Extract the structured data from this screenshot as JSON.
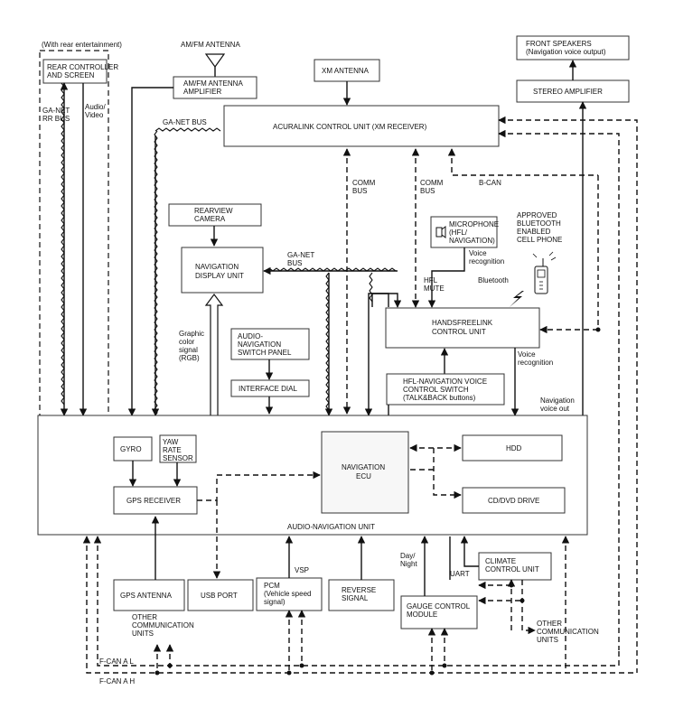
{
  "labels": {
    "rear_ent": "(With rear entertainment)",
    "rear_ctrl_1": "REAR CONTROLLER",
    "rear_ctrl_2": "AND SCREEN",
    "am_fm_antenna": "AM/FM ANTENNA",
    "am_fm_amp_1": "AM/FM ANTENNA",
    "am_fm_amp_2": "AMPLIFIER",
    "xm_antenna": "XM ANTENNA",
    "front_speakers_1": "FRONT SPEAKERS",
    "front_speakers_2": "(Navigation voice output)",
    "stereo_amp": "STEREO AMPLIFIER",
    "ga_net_rr_1": "GA-NET",
    "ga_net_rr_2": "RR BUS",
    "audio_video_1": "Audio/",
    "audio_video_2": "Video",
    "ga_net_bus": "GA-NET BUS",
    "acuralink": "ACURALINK CONTROL UNIT (XM RECEIVER)",
    "comm_bus_a_1": "COMM",
    "comm_bus_a_2": "BUS",
    "comm_bus_b_1": "COMM",
    "comm_bus_b_2": "BUS",
    "b_can": "B-CAN",
    "rearview_1": "REARVIEW",
    "rearview_2": "CAMERA",
    "microphone_1": "MICROPHONE",
    "microphone_2": "(HFL/",
    "microphone_3": "NAVIGATION)",
    "approved_1": "APPROVED",
    "approved_2": "BLUETOOTH",
    "approved_3": "ENABLED",
    "approved_4": "CELL PHONE",
    "ga_net_bus2_1": "GA-NET",
    "ga_net_bus2_2": "BUS",
    "nav_display_1": "NAVIGATION",
    "nav_display_2": "DISPLAY UNIT",
    "voice_recog_a_1": "Voice",
    "voice_recog_a_2": "recognition",
    "hfl_mute_1": "HFL",
    "hfl_mute_2": "MUTE",
    "bluetooth": "Bluetooth",
    "hfl_unit_1": "HANDSFREELINK",
    "hfl_unit_2": "CONTROL UNIT",
    "graphic_1": "Graphic",
    "graphic_2": "color",
    "graphic_3": "signal",
    "graphic_4": "(RGB)",
    "audio_nav_panel_1": "AUDIO-",
    "audio_nav_panel_2": "NAVIGATION",
    "audio_nav_panel_3": "SWITCH PANEL",
    "voice_recog_b_1": "Voice",
    "voice_recog_b_2": "recognition",
    "interface_dial": "INTERFACE DIAL",
    "hfl_nav_switch_1": "HFL-NAVIGATION VOICE",
    "hfl_nav_switch_2": "CONTROL SWITCH",
    "hfl_nav_switch_3": "(TALK&BACK buttons)",
    "nav_voice_out_1": "Navigation",
    "nav_voice_out_2": "voice out",
    "gyro": "GYRO",
    "yaw_1": "YAW",
    "yaw_2": "RATE",
    "yaw_3": "SENSOR",
    "nav_ecu_1": "NAVIGATION",
    "nav_ecu_2": "ECU",
    "hdd": "HDD",
    "gps_receiver": "GPS RECEIVER",
    "cd_dvd": "CD/DVD DRIVE",
    "audio_nav_unit": "AUDIO-NAVIGATION UNIT",
    "day_night_1": "Day/",
    "day_night_2": "Night",
    "vsp": "VSP",
    "uart": "UART",
    "climate_1": "CLIMATE",
    "climate_2": "CONTROL UNIT",
    "gps_antenna": "GPS ANTENNA",
    "usb_port": "USB PORT",
    "pcm_1": "PCM",
    "pcm_2": "(Vehicle speed",
    "pcm_3": "signal)",
    "reverse_1": "REVERSE",
    "reverse_2": "SIGNAL",
    "gauge_1": "GAUGE CONTROL",
    "gauge_2": "MODULE",
    "other_comm_a_1": "OTHER",
    "other_comm_a_2": "COMMUNICATION",
    "other_comm_a_3": "UNITS",
    "other_comm_b_1": "OTHER",
    "other_comm_b_2": "COMMUNICATION",
    "other_comm_b_3": "UNITS",
    "f_can_al": "F-CAN A L",
    "f_can_ah": "F-CAN A H"
  },
  "colors": {
    "line": "#111111",
    "box_stroke": "#333333",
    "background": "#ffffff"
  }
}
